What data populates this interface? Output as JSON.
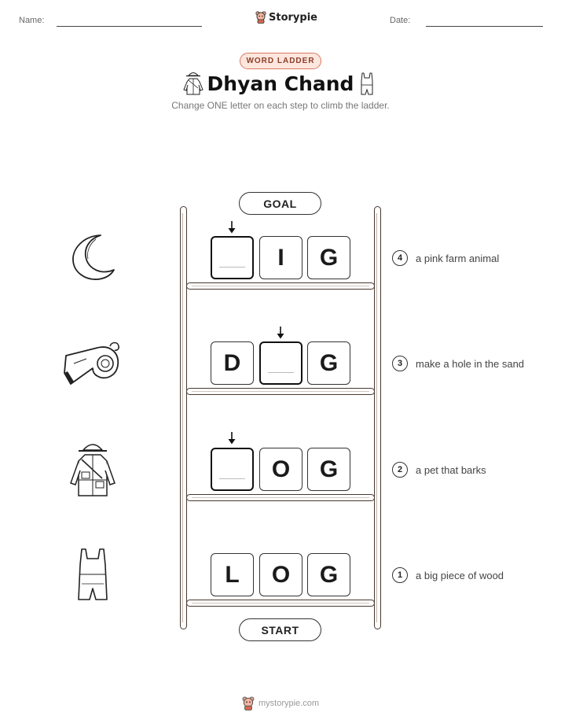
{
  "header": {
    "name_label": "Name:",
    "date_label": "Date:",
    "brand": "Storypie"
  },
  "badge": "WORD LADDER",
  "title": "Dhyan Chand",
  "subtitle": "Change ONE letter on each step to climb the ladder.",
  "goal_label": "GOAL",
  "start_label": "START",
  "steps": [
    {
      "number": "4",
      "clue": "a pink farm animal",
      "letters": [
        "",
        "I",
        "G"
      ],
      "changed_index": 0,
      "picture": "crescent-moon-icon"
    },
    {
      "number": "3",
      "clue": "make a hole in the sand",
      "letters": [
        "D",
        "",
        "G"
      ],
      "changed_index": 1,
      "picture": "whistle-icon"
    },
    {
      "number": "2",
      "clue": "a pet that barks",
      "letters": [
        "",
        "O",
        "G"
      ],
      "changed_index": 0,
      "picture": "safari-uniform-icon"
    },
    {
      "number": "1",
      "clue": "a big piece of wood",
      "letters": [
        "L",
        "O",
        "G"
      ],
      "changed_index": null,
      "picture": "singlet-icon"
    }
  ],
  "footer": "mystorypie.com",
  "colors": {
    "accent": "#d97a62",
    "badge_bg": "#fde6dd",
    "ladder": "#4a3a30"
  }
}
